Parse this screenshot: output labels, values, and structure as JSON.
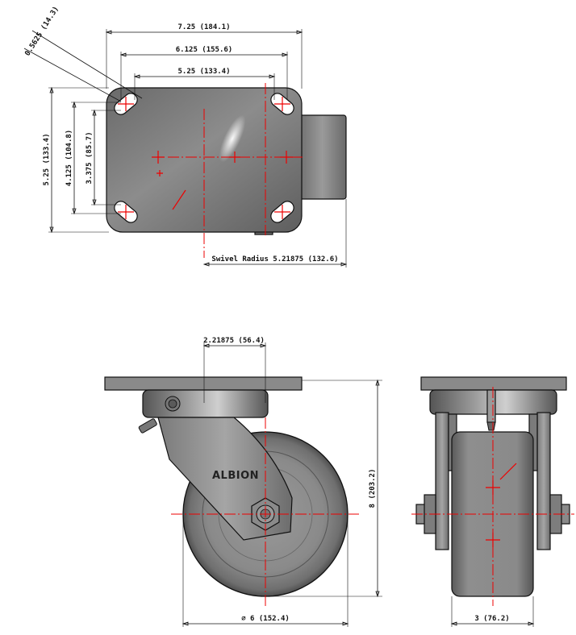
{
  "top_view": {
    "dim_hole_dia": "0.5625 (14.3)",
    "dim_overall_width": "7.25 (184.1)",
    "dim_bolt_width_outer": "6.125 (155.6)",
    "dim_bolt_width_inner": "5.25 (133.4)",
    "dim_overall_height": "5.25 (133.4)",
    "dim_bolt_height_outer": "4.125 (104.8)",
    "dim_bolt_height_inner": "3.375 (85.7)",
    "dim_swivel_radius": "Swivel Radius 5.21875 (132.6)"
  },
  "side_view": {
    "dim_offset": "2.21875 (56.4)",
    "dim_height": "8 (203.2)",
    "dim_wheel_dia": "⌀ 6 (152.4)",
    "brand_logo": "ALBION"
  },
  "front_view": {
    "dim_wheel_width": "3 (76.2)"
  },
  "colors": {
    "centerline": "#e00000",
    "part_fill": "#8f8f8f",
    "part_dark": "#5a5a5a",
    "line": "#111111"
  }
}
